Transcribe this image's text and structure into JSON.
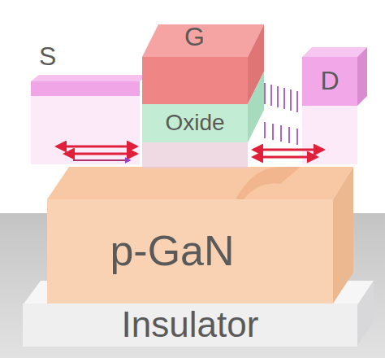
{
  "diagram": {
    "nodes": [
      {
        "text": [
          "S"
        ]
      },
      {
        "text": [
          "G"
        ]
      },
      {
        "text": [
          "Oxide"
        ]
      },
      {
        "text": [
          "D"
        ]
      },
      {
        "text": [
          "p-GaN"
        ]
      },
      {
        "text": [
          "Insulator"
        ]
      }
    ]
  }
}
